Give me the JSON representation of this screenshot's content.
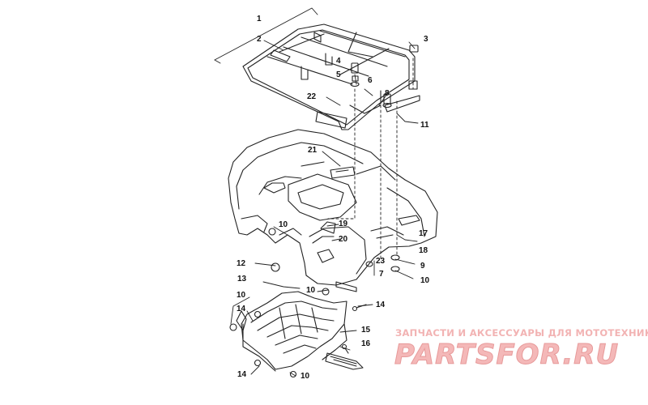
{
  "callouts": {
    "c1": "1",
    "c2": "2",
    "c3": "3",
    "c4": "4",
    "c5": "5",
    "c6": "6",
    "c7": "7",
    "c8": "8",
    "c9": "9",
    "c10a": "10",
    "c10b": "10",
    "c10c": "10",
    "c10d": "10",
    "c10e": "10",
    "c11": "11",
    "c12": "12",
    "c13": "13",
    "c14a": "14",
    "c14b": "14",
    "c14c": "14",
    "c15": "15",
    "c16": "16",
    "c17": "17",
    "c18": "18",
    "c19": "19",
    "c20": "20",
    "c21": "21",
    "c22": "22",
    "c23": "23"
  },
  "watermark": {
    "tagline": "ЗАПЧАСТИ И АКСЕССУАРЫ ДЛЯ МОТОТЕХНИКИ",
    "logo": "PARTSFOR.RU",
    "color": "#f2b3b3"
  },
  "line_color": "#222222"
}
